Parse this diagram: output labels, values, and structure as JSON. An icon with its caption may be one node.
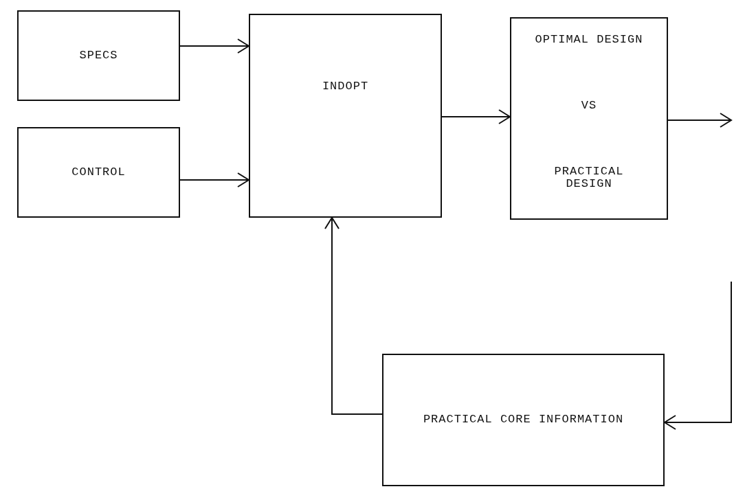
{
  "diagram": {
    "nodes": [
      {
        "text": [
          "SPECS"
        ]
      },
      {
        "text": [
          "CONTROL"
        ]
      },
      {
        "text": [
          "INDOPT"
        ]
      },
      {
        "text": [
          "OPTIMAL DESIGN",
          "VS",
          "PRACTICAL DESIGN"
        ]
      },
      {
        "text": [
          "PRACTICAL CORE INFORMATION"
        ]
      }
    ],
    "edges": [
      {
        "from": 0,
        "to": 2,
        "arrow": "to"
      },
      {
        "from": 1,
        "to": 2,
        "arrow": "to"
      },
      {
        "from": 2,
        "to": 3,
        "arrow": "to"
      },
      {
        "from": 3,
        "to": null,
        "arrow": "to"
      },
      {
        "from": 4,
        "to": 2,
        "arrow": "to"
      },
      {
        "from": null,
        "to": 4,
        "arrow": "to"
      }
    ]
  }
}
